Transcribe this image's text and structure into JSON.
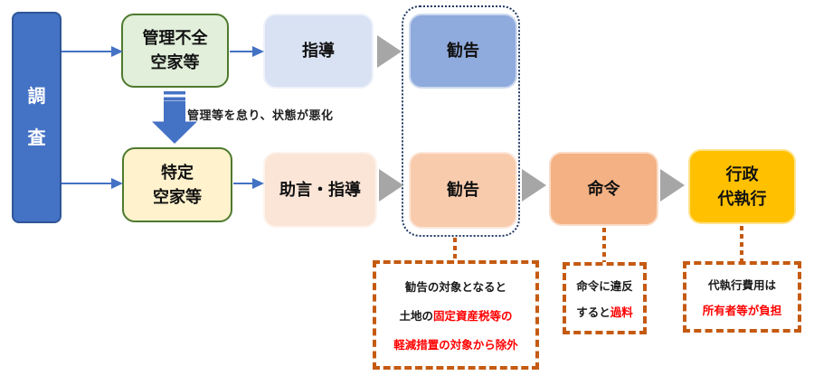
{
  "colors": {
    "primary_blue": "#4472C4",
    "primary_blue_border": "#2F5597",
    "green_fill": "#E2EFDA",
    "green_border": "#4E7A2E",
    "yellow_fill": "#FFF2CC",
    "light_blue_fill": "#D9E2F3",
    "medium_blue_fill": "#8FAADC",
    "pale_orange_fill": "#FBE5D6",
    "light_orange_fill": "#F8CBAD",
    "orange_fill": "#F4B183",
    "gold_fill": "#FFC000",
    "gray_arrow": "#A6A6A6",
    "navy_dotted": "#203864",
    "orange_dashed": "#C55A11",
    "red_text": "#FF0000"
  },
  "investigation": {
    "char1": "調",
    "char2": "査"
  },
  "top_row": {
    "mismanaged_box": {
      "line1": "管理不全",
      "line2": "空家等"
    },
    "guidance_box": {
      "label": "指導"
    },
    "recommendation_box": {
      "label": "勧告"
    }
  },
  "transition_label": "管理等を怠り、状態が悪化",
  "bottom_row": {
    "specified_box": {
      "line1": "特定",
      "line2": "空家等"
    },
    "advice_box": {
      "label": "助言・指導"
    },
    "recommendation_box": {
      "label": "勧告"
    },
    "order_box": {
      "label": "命令"
    },
    "execution_box": {
      "line1": "行政",
      "line2": "代執行"
    }
  },
  "notes": {
    "recommendation_note": {
      "line1": "勧告の対象となると",
      "line2_black": "土地の",
      "line2_red": "固定資産税等の",
      "line3_red": "軽減措置の対象から除外"
    },
    "order_note": {
      "line1": "命令に違反",
      "line2_black": "すると",
      "line2_red": "過料"
    },
    "execution_note": {
      "line1": "代執行費用は",
      "line2_red": "所有者等が負担"
    }
  }
}
